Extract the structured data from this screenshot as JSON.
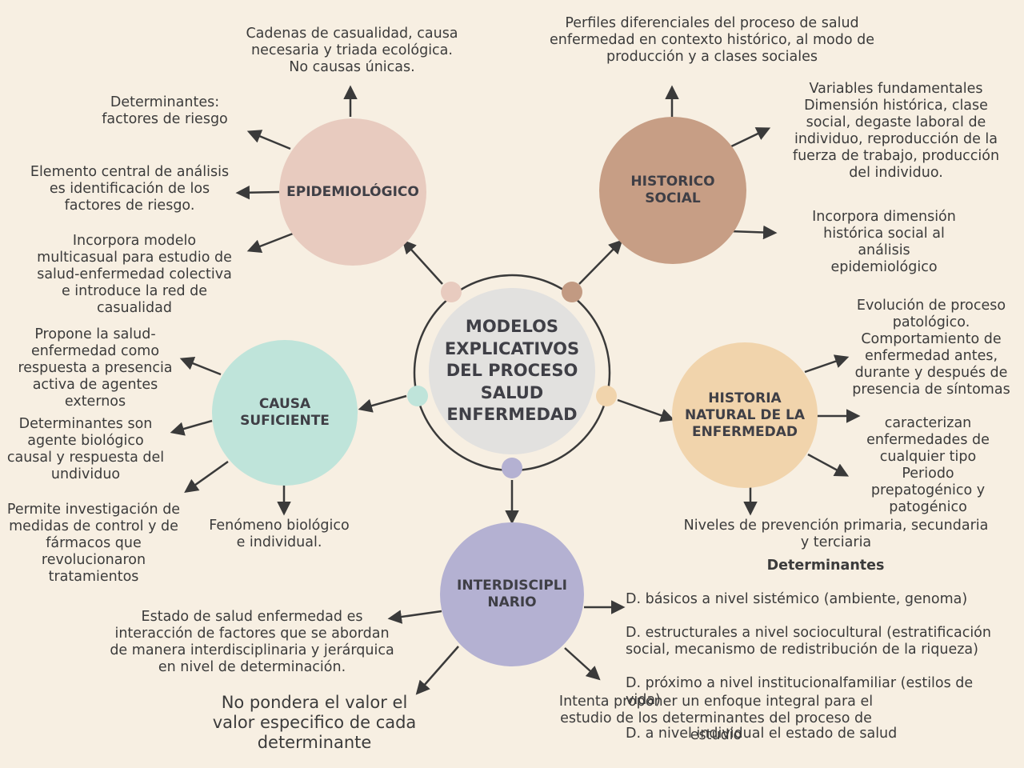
{
  "center": {
    "title": "MODELOS\nEXPLICATIVOS\nDEL PROCESO\nSALUD\nENFERMEDAD"
  },
  "colors": {
    "background": "#f7efe2",
    "epidemiologico": "#e8cbbf",
    "historico": "#c79e85",
    "causa": "#bfe4da",
    "historia_natural": "#f1d4ac",
    "interdisciplinario": "#b4b1d2",
    "center": "#e2e1df"
  },
  "nodes": {
    "epidemiologico": {
      "title": "EPIDEMIOLÓGICO",
      "texts": [
        "Cadenas de casualidad, causa\nnecesaria y triada ecológica.\nNo causas únicas.",
        "Determinantes:\nfactores de riesgo",
        "Elemento central de análisis\nes identificación de los\nfactores de riesgo.",
        "Incorpora modelo\nmulticasual para estudio de\nsalud-enfermedad colectiva\ne introduce la red de\ncasualidad"
      ]
    },
    "historico": {
      "title": "HISTORICO\nSOCIAL",
      "texts": [
        "Perfiles diferenciales del proceso de salud\nenfermedad en contexto histórico, al modo de\nproducción y a clases sociales",
        "Variables fundamentales\nDimensión histórica, clase\nsocial, degaste laboral de\nindividuo, reproducción de la\nfuerza de trabajo, producción\ndel individuo.",
        "Incorpora dimensión\nhistórica social al\nanálisis\nepidemiológico"
      ]
    },
    "causa": {
      "title": "CAUSA\nSUFICIENTE",
      "texts": [
        "Propone la salud-\nenfermedad como\nrespuesta a presencia\nactiva de agentes\nexternos",
        "Determinantes son\nagente biológico\ncausal y respuesta del\nundividuo",
        "Permite investigación de\nmedidas de control y de\nfármacos que\nrevolucionaron\ntratamientos",
        "Fenómeno biológico\ne individual."
      ]
    },
    "historia_natural": {
      "title": "HISTORIA\nNATURAL DE LA\nENFERMEDAD",
      "texts": [
        "Evolución de proceso\npatológico.\nComportamiento de\nenfermedad antes,\ndurante y después de\npresencia de síntomas",
        "caracterizan\nenfermedades de\ncualquier tipo\nPeriodo\nprepatogénico y\npatogénico",
        "Niveles de prevención primaria, secundaria\ny terciaria"
      ]
    },
    "interdisciplinario": {
      "title": "INTERDISCIPLI\nNARIO",
      "determinantes_title": "Determinantes",
      "determinantes": [
        "D. básicos a nivel sistémico (ambiente, genoma)",
        "D. estructurales a nivel sociocultural (estratificación\nsocial, mecanismo de redistribución de la riqueza)",
        "D. próximo a nivel institucionalfamiliar (estilos de\nvida)",
        "D. a nivel individual el estado de salud"
      ],
      "texts": [
        "Estado de salud enfermedad es\ninteracción de factores que se abordan\nde manera interdisciplinaria y jerárquica\nen nivel de determinación.",
        "No pondera el valor el\nvalor especifico de cada\ndeterminante",
        "Intenta proponer un enfoque integral para el\nestudio de los determinantes del proceso de\nestudio"
      ]
    }
  }
}
